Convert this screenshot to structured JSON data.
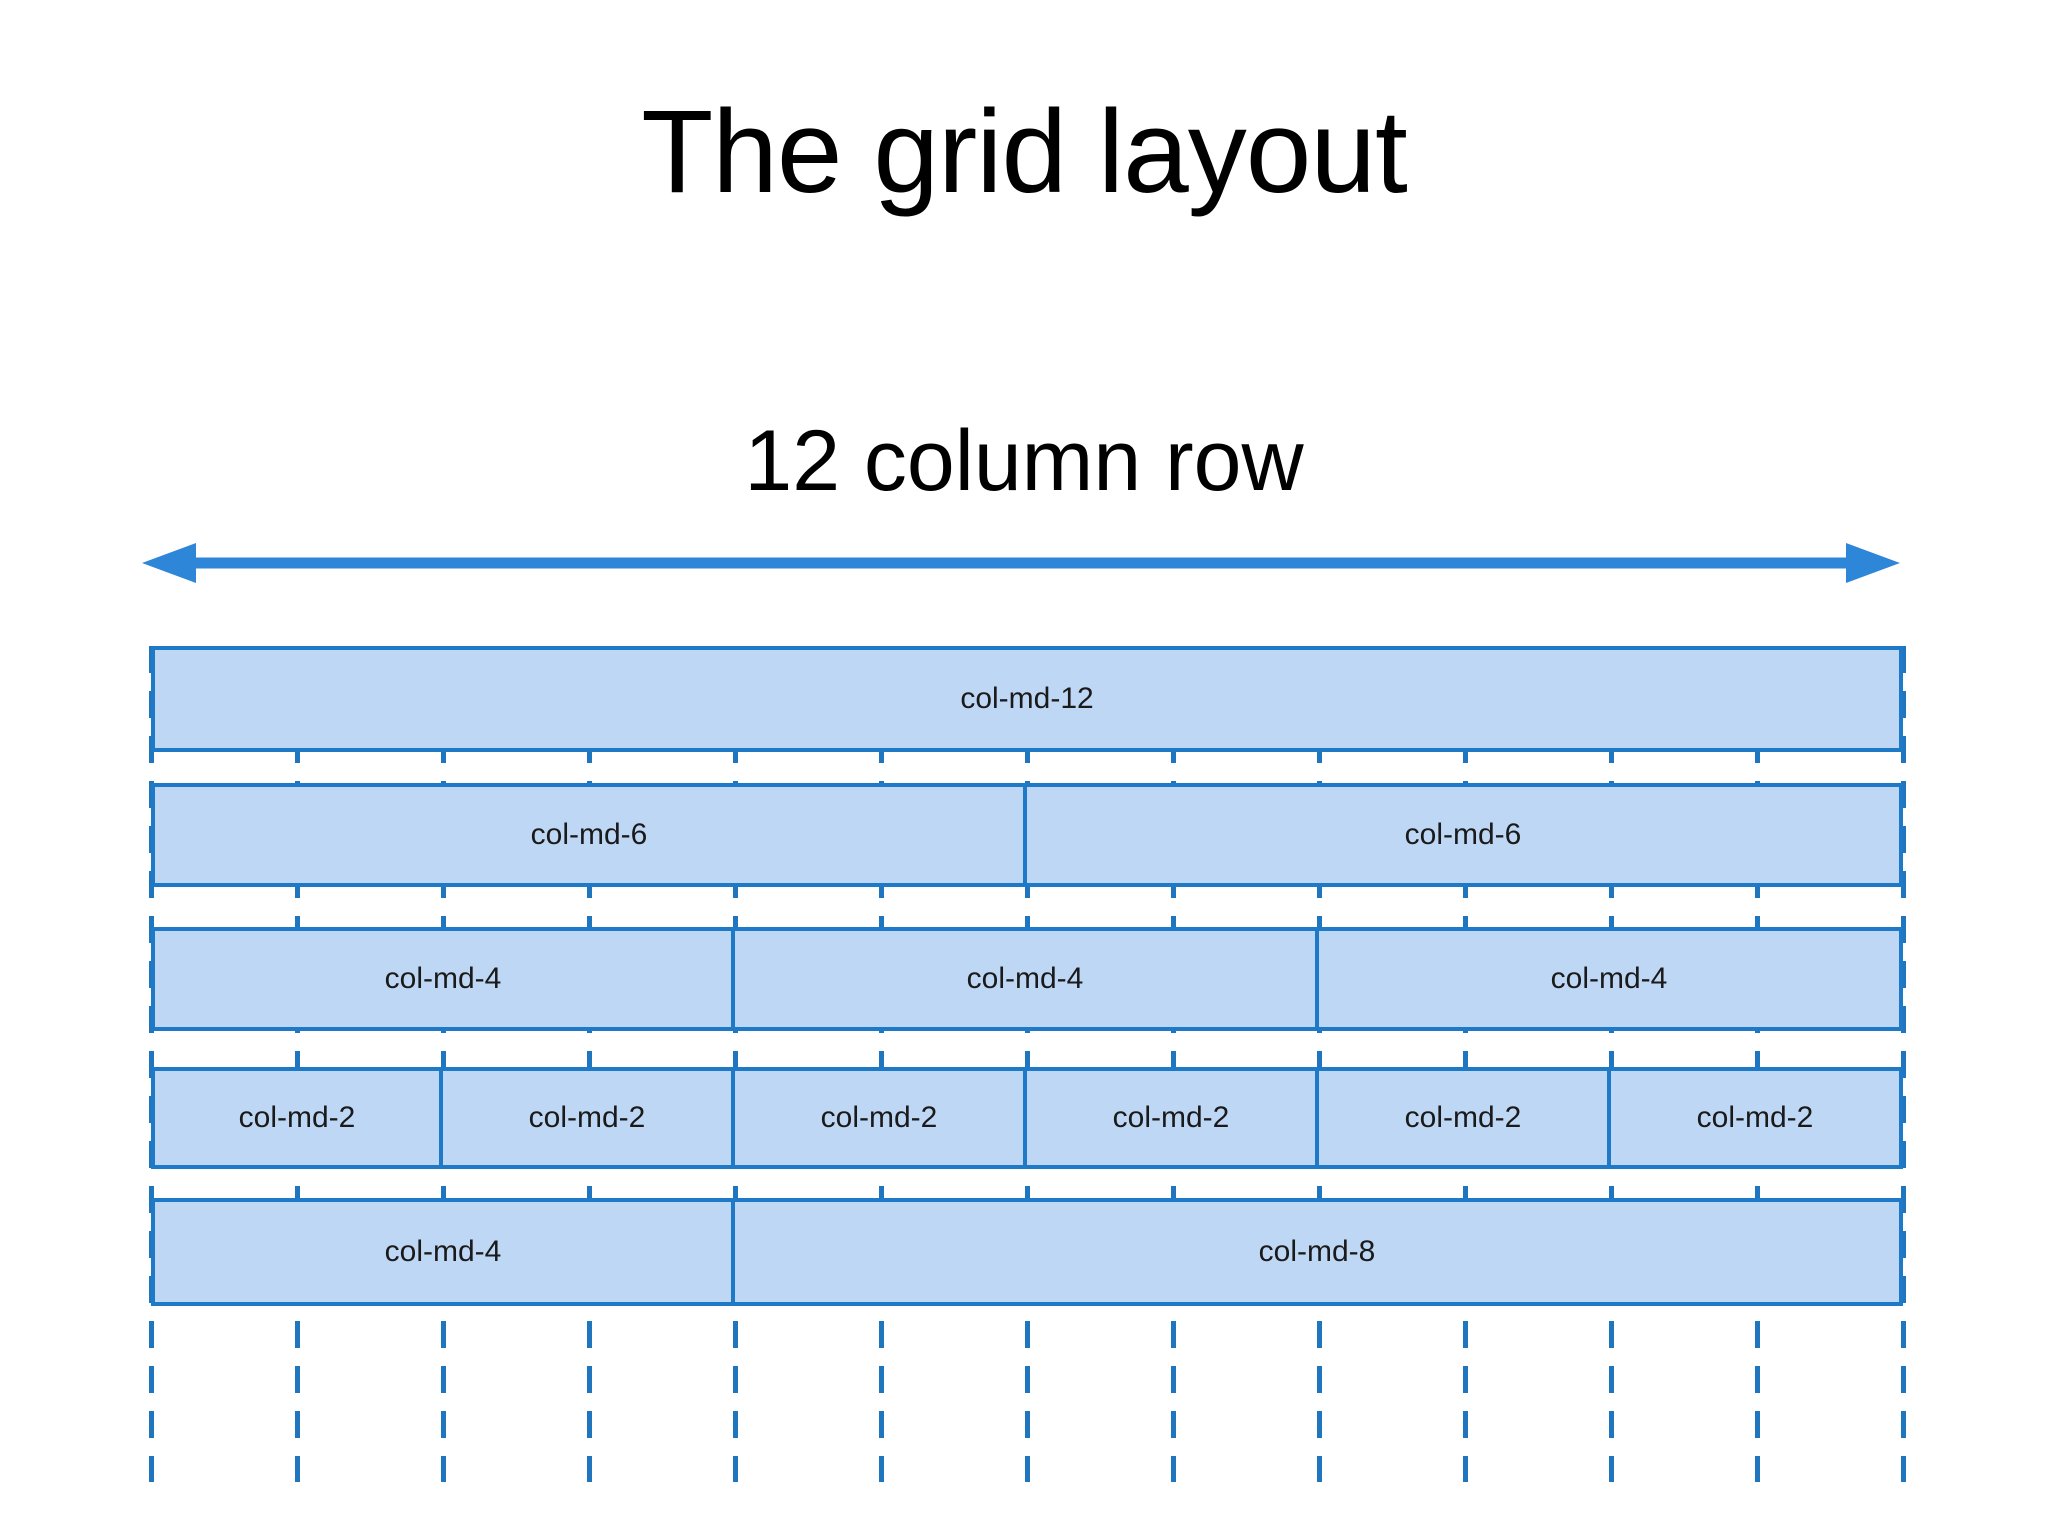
{
  "title": "The grid layout",
  "subtitle": "12 column row",
  "grid": {
    "columns": 12,
    "rows": [
      {
        "cells": [
          {
            "label": "col-md-12",
            "span": 12
          }
        ]
      },
      {
        "cells": [
          {
            "label": "col-md-6",
            "span": 6
          },
          {
            "label": "col-md-6",
            "span": 6
          }
        ]
      },
      {
        "cells": [
          {
            "label": "col-md-4",
            "span": 4
          },
          {
            "label": "col-md-4",
            "span": 4
          },
          {
            "label": "col-md-4",
            "span": 4
          }
        ]
      },
      {
        "cells": [
          {
            "label": "col-md-2",
            "span": 2
          },
          {
            "label": "col-md-2",
            "span": 2
          },
          {
            "label": "col-md-2",
            "span": 2
          },
          {
            "label": "col-md-2",
            "span": 2
          },
          {
            "label": "col-md-2",
            "span": 2
          },
          {
            "label": "col-md-2",
            "span": 2
          }
        ]
      },
      {
        "cells": [
          {
            "label": "col-md-4",
            "span": 4
          },
          {
            "label": "col-md-8",
            "span": 8
          }
        ]
      }
    ]
  },
  "colors": {
    "box_fill": "#BED7F5",
    "box_border": "#1E79C6",
    "dash_line": "#1F76BE",
    "arrow": "#2E86D8",
    "label_text": "#1A1A1A",
    "heading_text": "#000000"
  }
}
